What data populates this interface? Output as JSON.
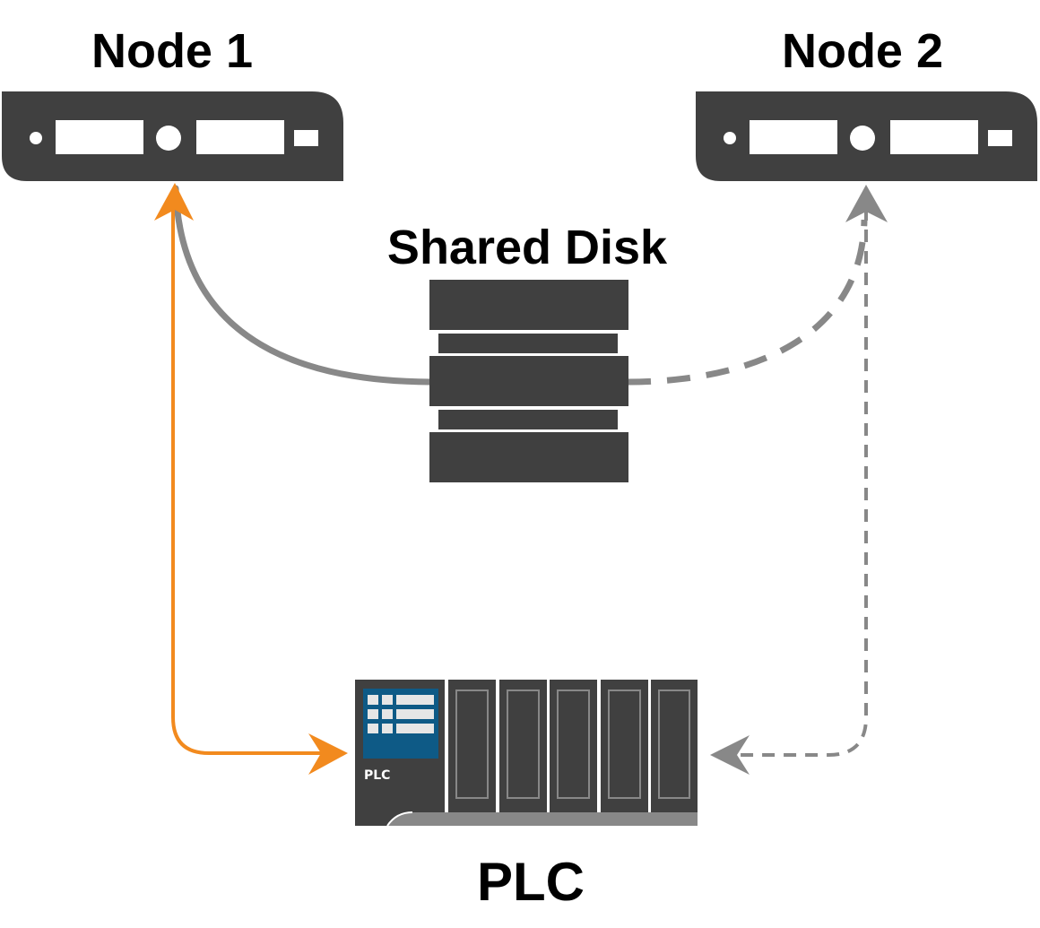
{
  "diagram": {
    "node1": {
      "label": "Node 1"
    },
    "node2": {
      "label": "Node 2"
    },
    "shared_disk": {
      "label": "Shared Disk"
    },
    "plc": {
      "label": "PLC",
      "badge": "PLC"
    }
  },
  "colors": {
    "device": "#404040",
    "active_link": "#f28a1e",
    "passive_link": "#888888",
    "plc_screen": "#0e5a86",
    "screen_cell": "#e6e6e6"
  },
  "icons": {
    "node1": "server-icon",
    "node2": "server-icon",
    "shared_disk": "disk-stack-icon",
    "plc": "plc-rack-icon"
  }
}
